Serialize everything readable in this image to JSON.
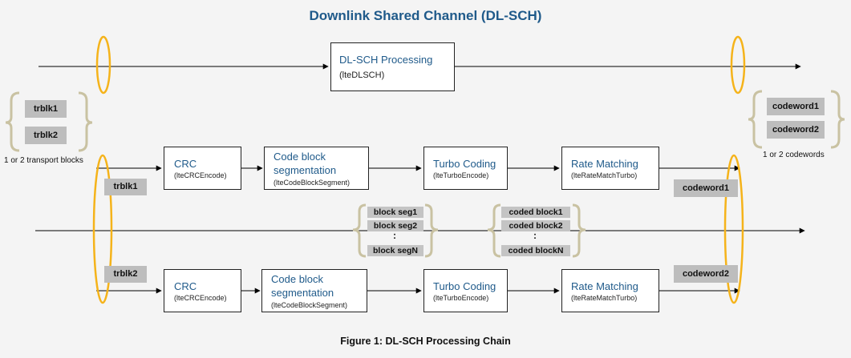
{
  "title": "Downlink Shared Channel (DL-SCH)",
  "caption": "Figure 1: DL-SCH Processing Chain",
  "top": {
    "name": "DL-SCH Processing",
    "func": "(lteDLSCH)"
  },
  "inputs": {
    "blocks": [
      "trblk1",
      "trblk2"
    ],
    "note": "1 or 2 transport blocks"
  },
  "outputs": {
    "blocks": [
      "codeword1",
      "codeword2"
    ],
    "note": "1 or 2 codewords"
  },
  "chains": [
    {
      "input": "trblk1",
      "output": "codeword1",
      "crc": {
        "name": "CRC",
        "func": "(lteCRCEncode)"
      },
      "cbs": {
        "name_line1": "Code block",
        "name_line2": "segmentation",
        "func": "(lteCodeBlockSegment)"
      },
      "turbo": {
        "name": "Turbo Coding",
        "func": "(lteTurboEncode)"
      },
      "rm": {
        "name": "Rate Matching",
        "func": "(lteRateMatchTurbo)"
      }
    },
    {
      "input": "trblk2",
      "output": "codeword2",
      "crc": {
        "name": "CRC",
        "func": "(lteCRCEncode)"
      },
      "cbs": {
        "name_line1": "Code block",
        "name_line2": "segmentation",
        "func": "(lteCodeBlockSegment)"
      },
      "turbo": {
        "name": "Turbo Coding",
        "func": "(lteTurboEncode)"
      },
      "rm": {
        "name": "Rate Matching",
        "func": "(lteRateMatchTurbo)"
      }
    }
  ],
  "block_segs": [
    "block seg1",
    "block seg2",
    ":",
    "block segN"
  ],
  "coded_blocks": [
    "coded block1",
    "coded block2",
    ":",
    "coded blockN"
  ],
  "colors": {
    "title": "#1f5a8a",
    "ellipse": "#f5b31a",
    "brace": "#c9c2a2",
    "gray_box": "#bdbdbd"
  }
}
